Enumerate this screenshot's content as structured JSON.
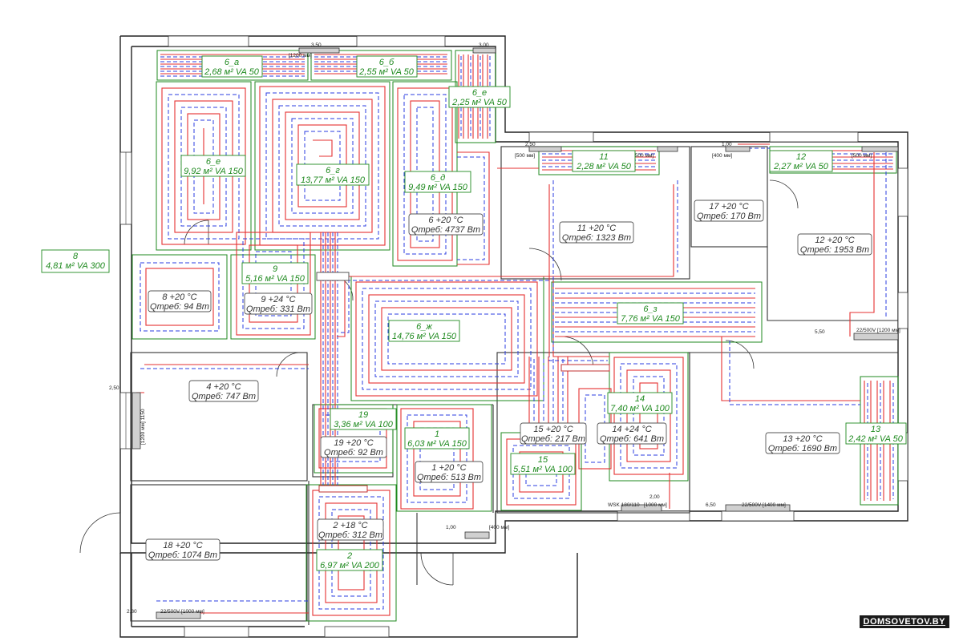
{
  "zones": [
    {
      "id": "z6a",
      "name": "6_а",
      "spec": "2,68 м² VA 50"
    },
    {
      "id": "z6b",
      "name": "6_б",
      "spec": "2,55 м² VA 50"
    },
    {
      "id": "z6e_top",
      "name": "6_е",
      "spec": "2,25 м² VA 50"
    },
    {
      "id": "z6e",
      "name": "6_е",
      "spec": "9,92 м² VA 150"
    },
    {
      "id": "z6g",
      "name": "6_г",
      "spec": "13,77 м² VA 150"
    },
    {
      "id": "z6d",
      "name": "6_д",
      "spec": "9,49 м² VA 150"
    },
    {
      "id": "z11",
      "name": "11",
      "spec": "2,28 м² VA 50"
    },
    {
      "id": "z12",
      "name": "12",
      "spec": "2,27 м² VA 50"
    },
    {
      "id": "z8",
      "name": "8",
      "spec": "4,81 м² VA 300"
    },
    {
      "id": "z9",
      "name": "9",
      "spec": "5,16 м² VA 150"
    },
    {
      "id": "z6zh",
      "name": "6_ж",
      "spec": "14,76 м² VA 150"
    },
    {
      "id": "z6z",
      "name": "6_з",
      "spec": "7,76 м² VA 150"
    },
    {
      "id": "z14",
      "name": "14",
      "spec": "7,40 м² VA 100"
    },
    {
      "id": "z19",
      "name": "19",
      "spec": "3,36 м² VA 100"
    },
    {
      "id": "z1",
      "name": "1",
      "spec": "6,03 м² VA 150"
    },
    {
      "id": "z15",
      "name": "15",
      "spec": "5,51 м² VA 100"
    },
    {
      "id": "z13",
      "name": "13",
      "spec": "2,42 м² VA 50"
    },
    {
      "id": "z2",
      "name": "2",
      "spec": "6,97 м² VA 200"
    }
  ],
  "rooms": [
    {
      "id": "r6",
      "temp": "6 +20 °C",
      "load": "Qтреб: 4737 Вт"
    },
    {
      "id": "r11",
      "temp": "11 +20 °C",
      "load": "Qтреб: 1323 Вт"
    },
    {
      "id": "r17",
      "temp": "17 +20 °C",
      "load": "Qтреб: 170 Вт"
    },
    {
      "id": "r12",
      "temp": "12 +20 °C",
      "load": "Qтреб: 1953 Вт"
    },
    {
      "id": "r8",
      "temp": "8 +20 °C",
      "load": "Qтреб: 94 Вт"
    },
    {
      "id": "r9",
      "temp": "9 +24 °C",
      "load": "Qтреб: 331 Вт"
    },
    {
      "id": "r4",
      "temp": "4 +20 °C",
      "load": "Qтреб: 747 Вт"
    },
    {
      "id": "r19",
      "temp": "19 +20 °C",
      "load": "Qтреб: 92 Вт"
    },
    {
      "id": "r15",
      "temp": "15 +20 °C",
      "load": "Qтреб: 217 Вт"
    },
    {
      "id": "r14",
      "temp": "14 +24 °C",
      "load": "Qтреб: 641 Вт"
    },
    {
      "id": "r13",
      "temp": "13 +20 °C",
      "load": "Qтреб: 1690 Вт"
    },
    {
      "id": "r1",
      "temp": "1 +20 °C",
      "load": "Qтреб: 513 Вт"
    },
    {
      "id": "r2",
      "temp": "2 +18 °C",
      "load": "Qтреб: 312 Вт"
    },
    {
      "id": "r18",
      "temp": "18 +20 °C",
      "load": "Qтреб: 1074 Вт"
    }
  ],
  "annotations": {
    "dim_350": "3,50",
    "dim_300": "3,00",
    "dim_250a": "2,50",
    "dim_100": "1,00",
    "dim_550": "5,50",
    "dim_250b": "2,50",
    "dim_200": "2,00",
    "dim_650": "6,50",
    "dim_280": "2,80",
    "dim_100b": "1,00",
    "rad_500a": "[500 мм]",
    "rad_500b": "[500 мм]",
    "rad_400": "[400 мм]",
    "rad_500c": "[500 мм]",
    "rad_1200": "22/500V [1200 мм]",
    "rad_1400": "22/500V [1400 мм]",
    "rad_1000": "22/500V [1000 мм]",
    "rad_wsk": "WSK 180/110",
    "rad_1000b": "[1000 мм]",
    "rad_400b": "[400 мм]",
    "rad_side": "[1200 мм]  1150",
    "rad_top": "[1200 мм]"
  },
  "watermark": "DOMSOVETOV.BY"
}
